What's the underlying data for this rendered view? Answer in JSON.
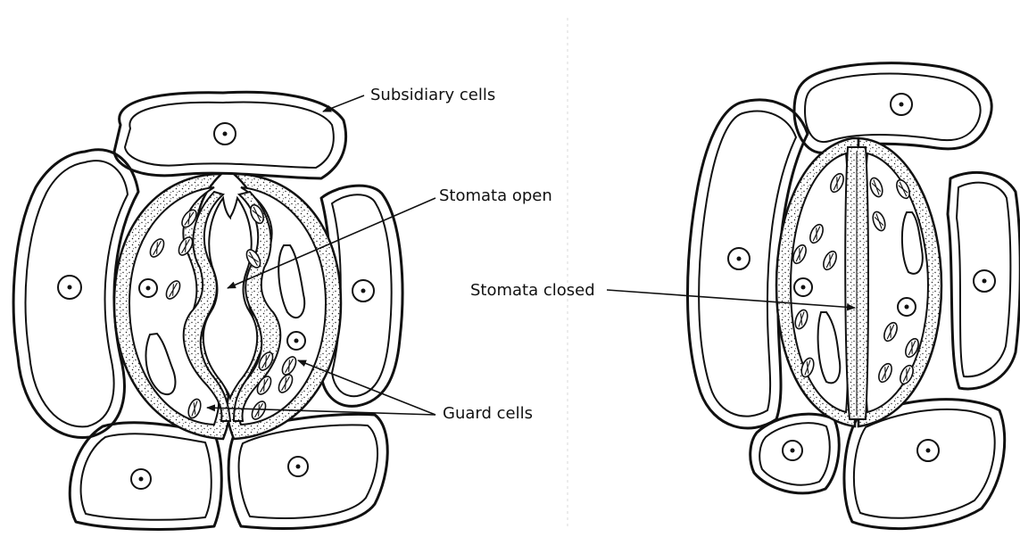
{
  "diagram": {
    "labels": {
      "subsidiary_cells": "Subsidiary cells",
      "stomata_open": "Stomata open",
      "guard_cells": "Guard cells",
      "stomata_closed": "Stomata closed"
    }
  }
}
